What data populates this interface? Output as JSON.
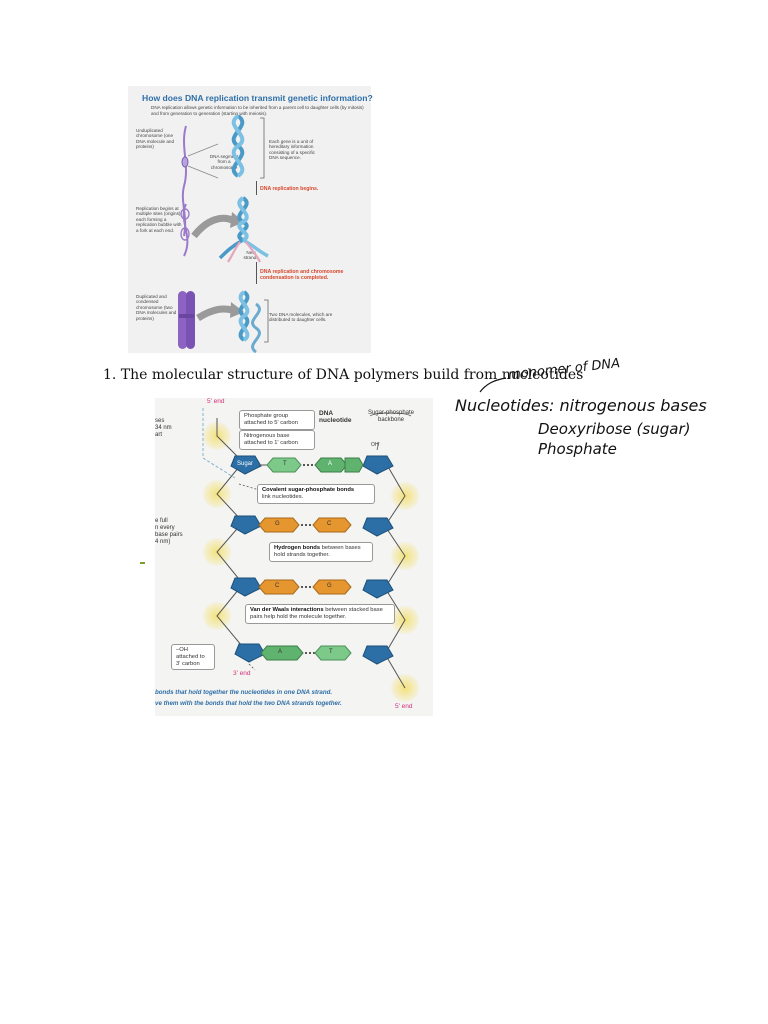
{
  "figure1": {
    "title": "How does DNA replication transmit genetic information?",
    "subtitle": "DNA replication allows genetic information to be inherited from a parent cell to daughter cells (by mitosis) and from generation to generation (starting with meiosis).",
    "unduplicated_label": "Unduplicated chromosome (one DNA molecule and proteins)",
    "dna_segment_label": "DNA segment from a chromosome",
    "gene_note": "Each gene is a unit of hereditary information consisting of a specific DNA sequence.",
    "step1": "DNA replication begins.",
    "replication_label": "Replication begins at multiple sites (origins), each forming a replication bubble with a fork at each end.",
    "new_strands_label": "New strands",
    "step2": "DNA replication and chromosome condensation is completed.",
    "duplicated_label": "Duplicated and condensed chromosome (two DNA molecules and proteins)",
    "two_molecules_note": "Two DNA molecules, which are distributed to daughter cells."
  },
  "heading": "1.   The molecular structure of DNA polymers build from nucleotides",
  "figure2": {
    "top_end": "5' end",
    "left_frag1": "ses\n34 nm\nart",
    "left_frag2": "e full\nn every\nbase pairs\n4 nm)",
    "phosphate_box": "Phosphate group attached to 5' carbon",
    "nitrogenous_box": "Nitrogenous base attached to 1' carbon",
    "dna_nucleotide": "DNA nucleotide",
    "backbone": "Sugar-phosphate backbone",
    "sugar": "Sugar",
    "covalent_title": "Covalent sugar-phosphate bonds",
    "covalent_text": "link nucleotides.",
    "hbond_title": "Hydrogen bonds",
    "hbond_text": "between bases hold strands together.",
    "vdw_title": "Van der Waals interactions",
    "vdw_text": "between stacked base pairs help hold the molecule together.",
    "oh_box": "–OH attached to 3' carbon",
    "three_end": "3' end",
    "five_end_bottom": "5' end",
    "caption1": "bonds that hold together the nucleotides in one DNA strand.",
    "caption2": "ve them with the bonds that hold the two DNA strands together.",
    "bases": [
      "T",
      "A",
      "G",
      "C",
      "C",
      "G",
      "A",
      "T"
    ],
    "oh": "OH"
  },
  "notes": {
    "arrow_note": "monomer of DNA",
    "line1": "Nucleotides: nitrogenous bases",
    "line2": "Deoxyribose (sugar)",
    "line3": "Phosphate"
  },
  "colors": {
    "title_blue": "#2f6fa8",
    "step_red": "#d9472b",
    "sugar_blue": "#2b6fa6",
    "base_orange": "#e6962f",
    "base_green": "#7dc98a",
    "phosphate_yellow": "#f3e27a",
    "end_pink": "#d62f7b"
  }
}
